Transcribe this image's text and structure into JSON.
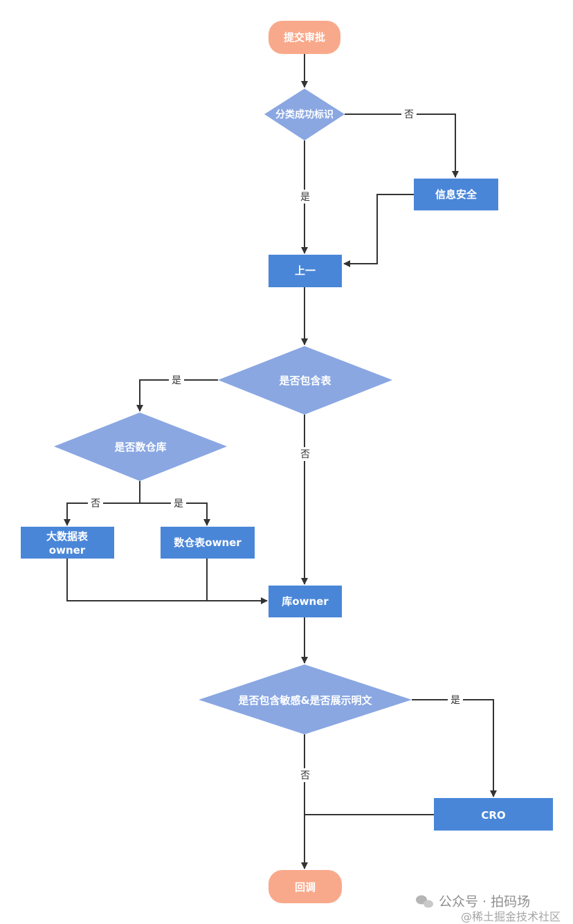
{
  "colors": {
    "terminal": "#f9a98b",
    "process": "#4a86d8",
    "decision": "#8aa7e2",
    "line": "#333333"
  },
  "nodes": {
    "start": "提交审批",
    "classify": "分类成功标识",
    "infosec": "信息安全",
    "superior": "上一",
    "has_table": "是否包含表",
    "is_warehouse": "是否数仓库",
    "bigdata_owner_1": "大数据表",
    "bigdata_owner_2": "owner",
    "warehouse_owner": "数仓表owner",
    "db_owner": "库owner",
    "sensitive": "是否包含敏感&是否展示明文",
    "cro": "CRO",
    "end": "回调"
  },
  "edges": {
    "classify_no": "否",
    "classify_yes": "是",
    "table_yes": "是",
    "table_no": "否",
    "warehouse_no": "否",
    "warehouse_yes": "是",
    "sensitive_yes": "是",
    "sensitive_no": "否"
  },
  "watermark": {
    "line1": "公众号 · 拍码场",
    "line2": "@稀土掘金技术社区"
  }
}
